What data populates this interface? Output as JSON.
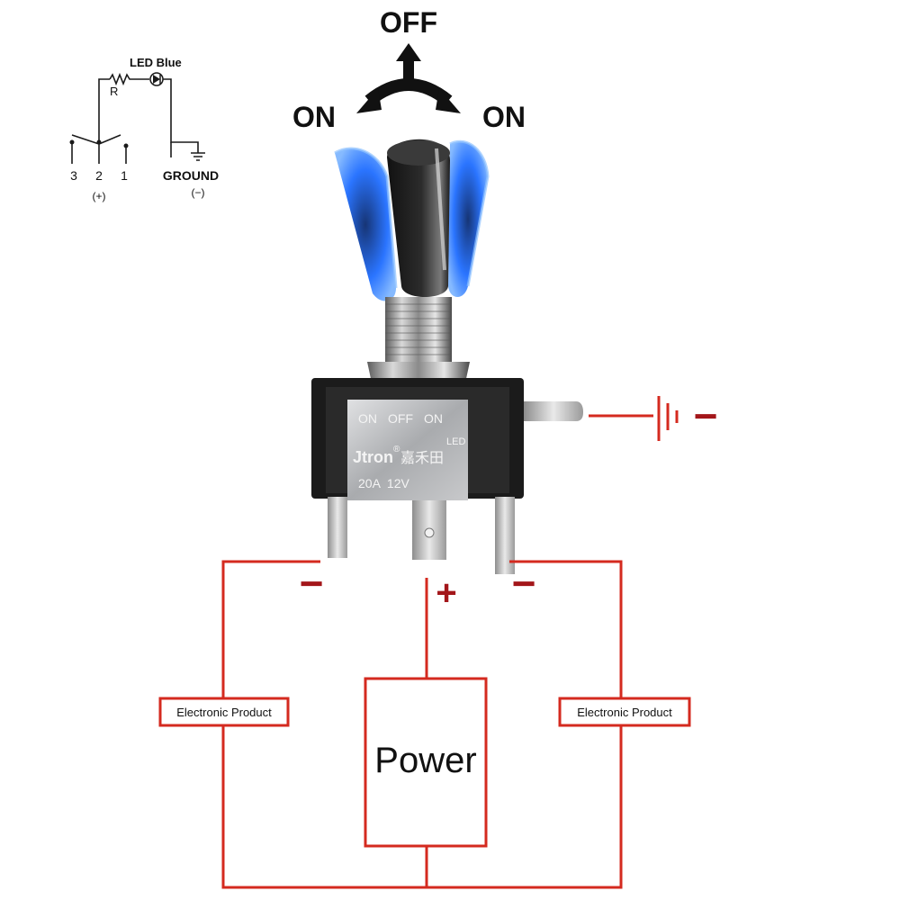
{
  "switch_positions": {
    "top": "OFF",
    "left": "ON",
    "right": "ON"
  },
  "schematic": {
    "led_label": "LED Blue",
    "resistor_label": "R",
    "pin_3": "3",
    "pin_2": "2",
    "pin_1": "1",
    "ground_label": "GROUND",
    "positive_note": "(+)",
    "negative_note": "(−)"
  },
  "switch_plate": {
    "mode_on_left": "ON",
    "mode_off": "OFF",
    "mode_on_right": "ON",
    "led": "LED",
    "brand": "Jtron",
    "brand_mark": "®",
    "brand_cn": "嘉禾田",
    "rating": "20A  12V"
  },
  "circuit": {
    "battery_sign": "−",
    "terminal_left_sign": "−",
    "terminal_center_sign": "+",
    "terminal_right_sign": "−",
    "load_left": "Electronic Product",
    "load_right": "Electronic Product",
    "power": "Power"
  },
  "colors": {
    "wire": "#d42a1f",
    "sign": "#a3161a",
    "led_glow": "#1f6dff",
    "body": "#1b1b1b",
    "plate": "#b9babc"
  }
}
